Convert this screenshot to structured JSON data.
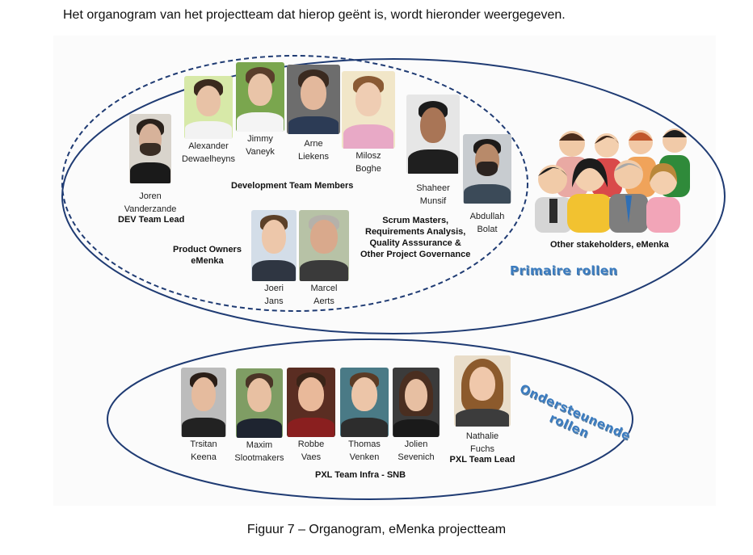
{
  "intro_text": "Het organogram van het projectteam dat hierop geënt is, wordt hieronder weergegeven.",
  "caption": "Figuur 7 – Organogram, eMenka projectteam",
  "primary": {
    "title": "Primaire rollen",
    "dev_lead": {
      "first": "Joren",
      "last": "Vanderzande",
      "role": "DEV Team Lead"
    },
    "dev_team_label": "Development Team Members",
    "dev_members": [
      {
        "first": "Alexander",
        "last": "Dewaelheyns"
      },
      {
        "first": "Jimmy",
        "last": "Vaneyk"
      },
      {
        "first": "Arne",
        "last": "Liekens"
      },
      {
        "first": "Milosz",
        "last": "Boghe"
      },
      {
        "first": "Shaheer",
        "last": "Munsif"
      },
      {
        "first": "Abdullah",
        "last": "Bolat"
      }
    ],
    "scrum_label": [
      "Scrum Masters,",
      "Requirements Analysis,",
      "Quality Asssurance &",
      "Other Project Governance"
    ],
    "po_label": [
      "Product Owners",
      "eMenka"
    ],
    "product_owners": [
      {
        "first": "Joeri",
        "last": "Jans"
      },
      {
        "first": "Marcel",
        "last": "Aerts"
      }
    ],
    "stakeholders_label": "Other stakeholders, eMenka"
  },
  "support": {
    "title": [
      "Ondersteunende",
      "rollen"
    ],
    "members": [
      {
        "first": "Trsitan",
        "last": "Keena"
      },
      {
        "first": "Maxim",
        "last": "Slootmakers"
      },
      {
        "first": "Robbe",
        "last": "Vaes"
      },
      {
        "first": "Thomas",
        "last": "Venken"
      },
      {
        "first": "Jolien",
        "last": "Sevenich"
      }
    ],
    "team_label": "PXL Team Infra - SNB",
    "lead": {
      "first": "Nathalie",
      "last": "Fuchs",
      "role": "PXL Team Lead"
    }
  }
}
